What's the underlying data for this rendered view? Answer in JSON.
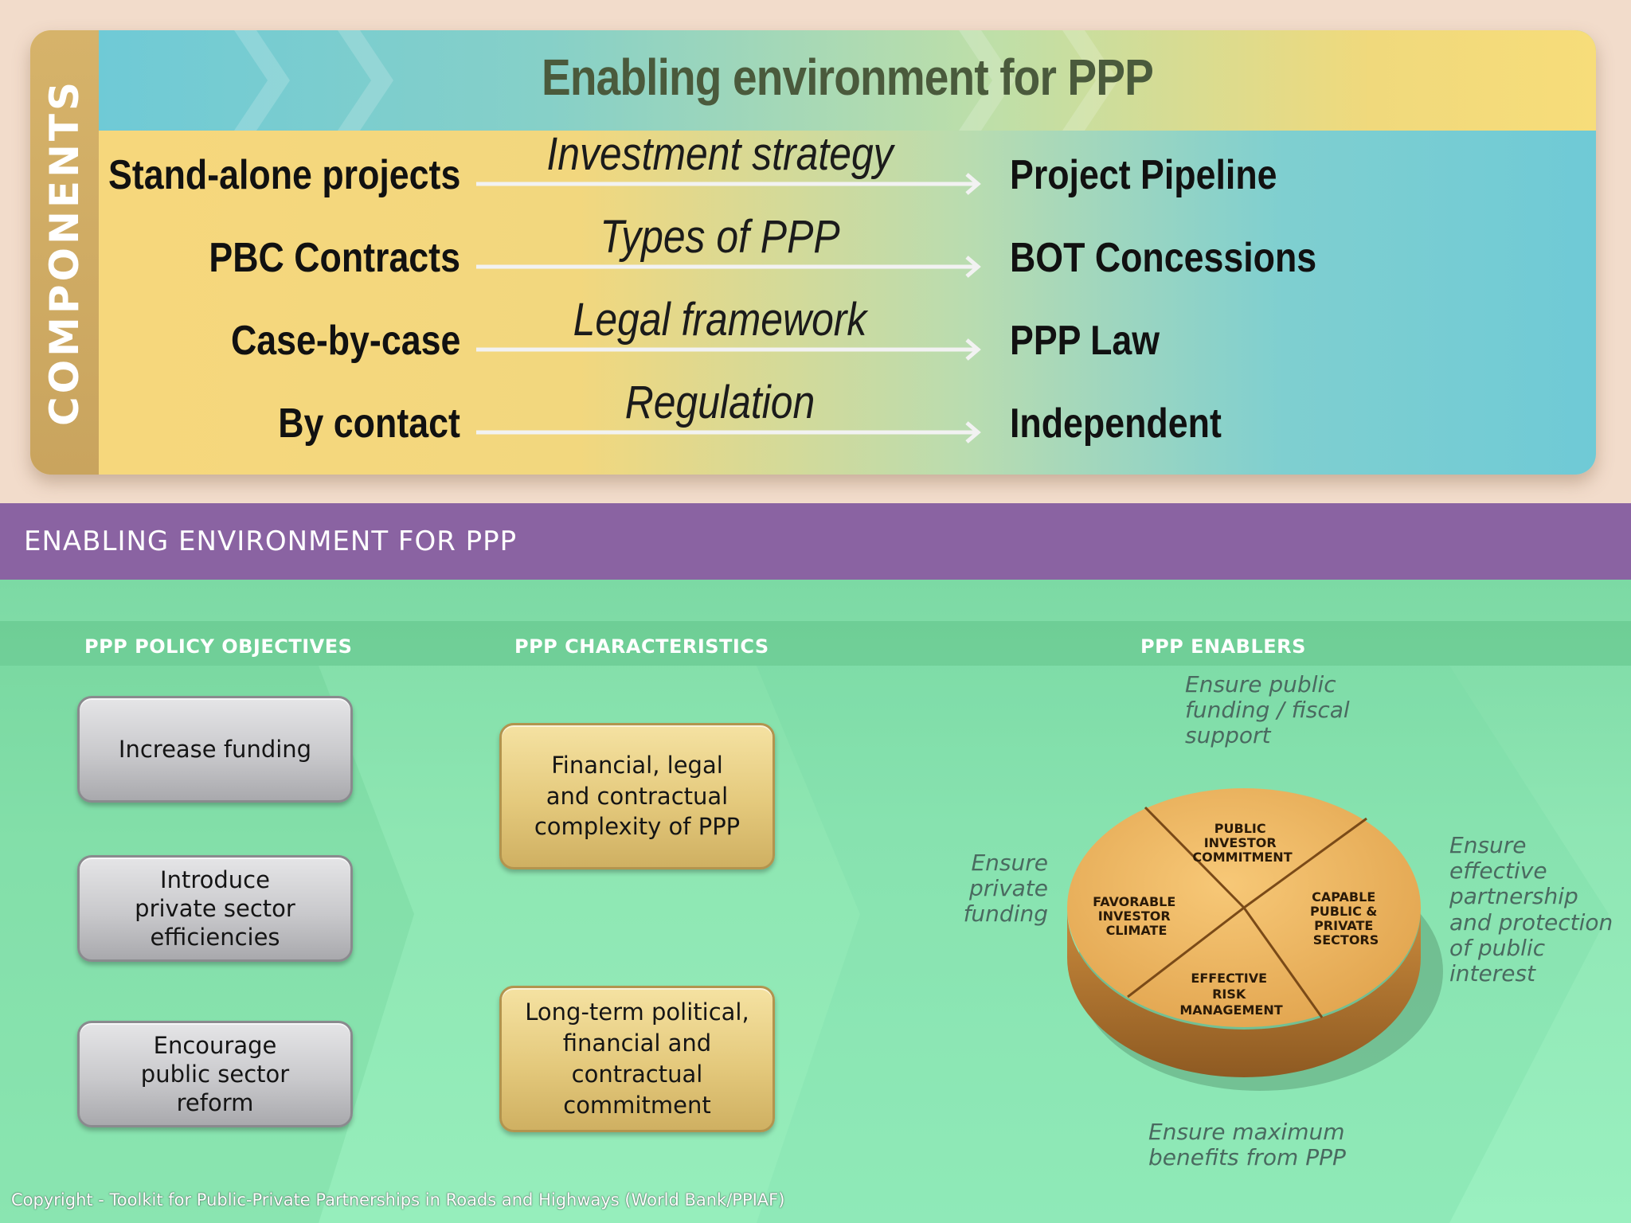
{
  "top_panel": {
    "side_label": "COMPONENTS",
    "title": "Enabling environment for PPP",
    "rows": [
      {
        "left": "Stand-alone projects",
        "middle": "Investment strategy",
        "right": "Project Pipeline"
      },
      {
        "left": "PBC Contracts",
        "middle": "Types of PPP",
        "right": "BOT Concessions"
      },
      {
        "left": "Case-by-case",
        "middle": "Legal framework",
        "right": "PPP Law"
      },
      {
        "left": "By contact",
        "middle": "Regulation",
        "right": "Independent"
      }
    ]
  },
  "banner": {
    "title": "ENABLING ENVIRONMENT FOR PPP"
  },
  "bottom": {
    "headings": {
      "objectives": "PPP POLICY OBJECTIVES",
      "characteristics": "PPP CHARACTERISTICS",
      "enablers": "PPP ENABLERS"
    },
    "objectives": [
      "Increase funding",
      "Introduce\nprivate sector\nefficiencies",
      "Encourage\npublic sector\nreform"
    ],
    "characteristics": [
      "Financial, legal\nand contractual\ncomplexity of PPP",
      "Long-term political,\nfinancial and\ncontractual\ncommitment"
    ],
    "pie_segments": {
      "top": [
        "PUBLIC",
        "INVESTOR",
        "COMMITMENT"
      ],
      "left": [
        "FAVORABLE",
        "INVESTOR",
        "CLIMATE"
      ],
      "right": [
        "CAPABLE",
        "PUBLIC &",
        "PRIVATE",
        "SECTORS"
      ],
      "bottom": [
        "EFFECTIVE",
        "RISK",
        "MANAGEMENT"
      ]
    },
    "annotations": {
      "top": "Ensure public\nfunding / fiscal\nsupport",
      "left": "Ensure\nprivate\nfunding",
      "right": "Ensure\neffective\npartnership\nand protection\nof public\ninterest",
      "bottom": "Ensure maximum\nbenefits from PPP"
    }
  },
  "copyright": "Copyright - Toolkit for Public-Private Partnerships in Roads and Highways (World Bank/PPIAF)",
  "colors": {
    "banner": "#8a63a2",
    "components_bar": "#d6b36a",
    "green_bg": "#8fe6b4",
    "gold_box": "#e4c97c",
    "gray_box": "#c9c9cc",
    "pie": "#e9b45e"
  }
}
